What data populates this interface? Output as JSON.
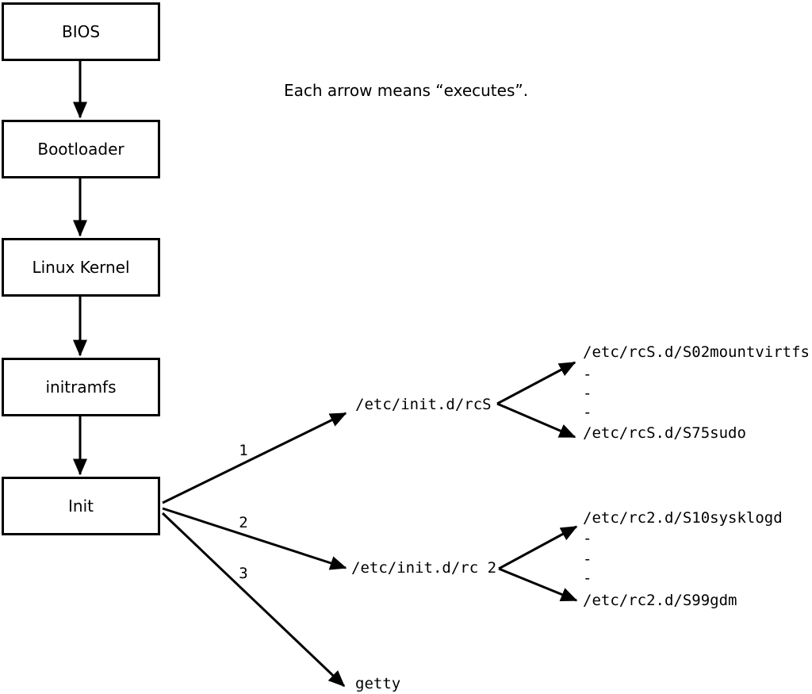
{
  "note": "Each arrow means “executes”.",
  "boxes": [
    {
      "label": "BIOS"
    },
    {
      "label": "Bootloader"
    },
    {
      "label": "Linux Kernel"
    },
    {
      "label": "initramfs"
    },
    {
      "label": "Init"
    }
  ],
  "branches": [
    {
      "number": "1",
      "target": "/etc/init.d/rcS",
      "children": [
        "/etc/rcS.d/S02mountvirtfs",
        "-",
        "-",
        "-",
        "/etc/rcS.d/S75sudo"
      ]
    },
    {
      "number": "2",
      "target": "/etc/init.d/rc 2",
      "children": [
        "/etc/rc2.d/S10sysklogd",
        "-",
        "-",
        "-",
        "/etc/rc2.d/S99gdm"
      ]
    },
    {
      "number": "3",
      "target": "getty",
      "children": []
    }
  ]
}
